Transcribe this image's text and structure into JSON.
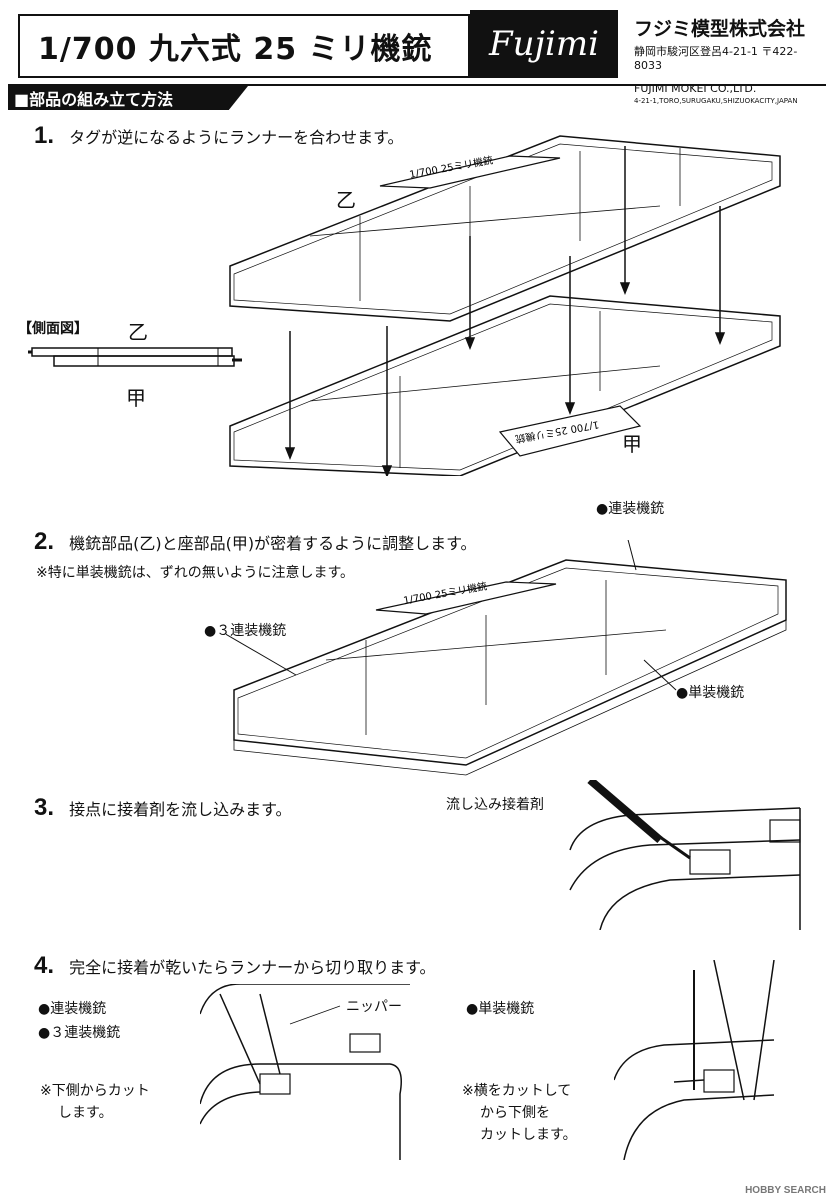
{
  "header": {
    "title": "1/700 九六式 25 ミリ機銃",
    "brand_logo": "Fujimi",
    "company_name": "フジミ模型株式会社",
    "company_address_jp": "静岡市駿河区登呂4-21-1 〒422-8033",
    "company_name_en": "FUJIMI MOKEI CO.,LTD.",
    "company_address_en": "4-21-1,TORO,SURUGAKU,SHIZUOKACITY,JAPAN"
  },
  "section_title": "■部品の組み立て方法",
  "steps": [
    {
      "num": "1.",
      "text": "タグが逆になるようにランナーを合わせます。"
    },
    {
      "num": "2.",
      "text": "機銃部品(乙)と座部品(甲)が密着するように調整します。",
      "note": "※特に単装機銃は、ずれの無いように注意します。"
    },
    {
      "num": "3.",
      "text": "接点に接着剤を流し込みます。"
    },
    {
      "num": "4.",
      "text": "完全に接着が乾いたらランナーから切り取ります。"
    }
  ],
  "step1": {
    "upper_label": "乙",
    "lower_label": "甲",
    "side_view_label": "【側面図】",
    "side_upper": "乙",
    "side_lower": "甲",
    "runner_tag_upper": "1/700 25ミリ機銃",
    "runner_tag_lower": "1/700 25ミリ機銃"
  },
  "step2": {
    "label_twin": "●連装機銃",
    "label_triple": "●３連装機銃",
    "label_single": "●単装機銃",
    "runner_tag": "1/700 25ミリ機銃"
  },
  "step3": {
    "glue_label": "流し込み接着剤"
  },
  "step4": {
    "left_label_1": "●連装機銃",
    "left_label_2": "●３連装機銃",
    "left_note_1": "※下側からカット",
    "left_note_2": "します。",
    "nipper_label": "ニッパー",
    "right_label": "●単装機銃",
    "right_note_1": "※横をカットして",
    "right_note_2": "から下側を",
    "right_note_3": "カットします。"
  },
  "watermark": "HOBBY SEARCH"
}
